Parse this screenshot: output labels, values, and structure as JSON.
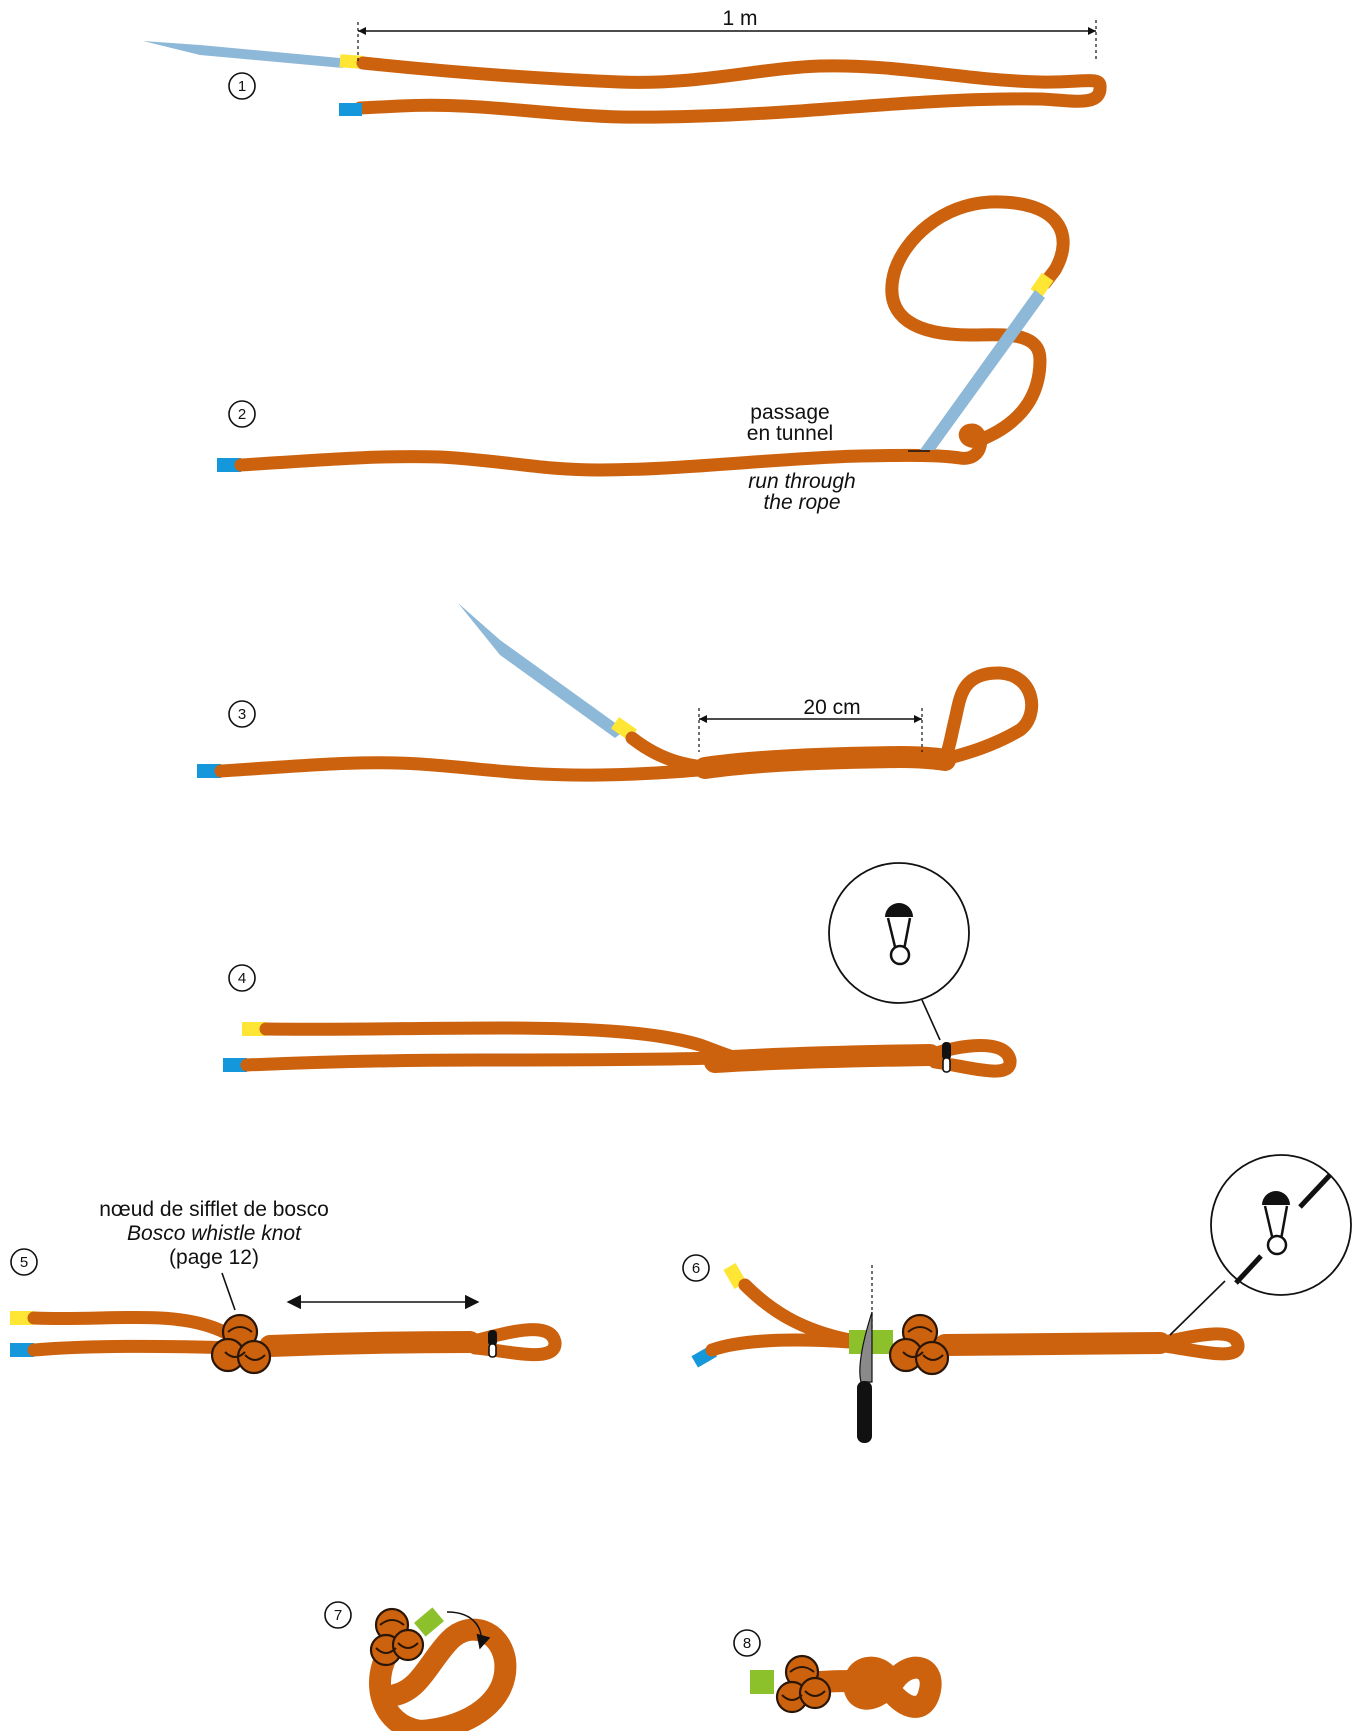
{
  "colors": {
    "rope": "#CC620E",
    "needle": "#8DB8D8",
    "tape_yellow": "#FFE534",
    "tape_blue": "#1597DB",
    "tape_green": "#8DC12C",
    "ink": "#111111"
  },
  "steps": {
    "s1": {
      "number": "1",
      "dimension": "1 m"
    },
    "s2": {
      "number": "2",
      "label_fr_1": "passage",
      "label_fr_2": "en tunnel",
      "label_en_1": "run through",
      "label_en_2": "the rope"
    },
    "s3": {
      "number": "3",
      "dimension": "20 cm"
    },
    "s4": {
      "number": "4",
      "icon": "safety-pin-icon"
    },
    "s5": {
      "number": "5",
      "label_fr": "nœud de sifflet de bosco",
      "label_en": "Bosco whistle knot",
      "label_page": "(page 12)",
      "icon": "double-arrow-icon"
    },
    "s6": {
      "number": "6",
      "icon": "knife-icon"
    },
    "s7": {
      "number": "7",
      "icon": "curved-arrow-icon"
    },
    "s8": {
      "number": "8"
    }
  }
}
